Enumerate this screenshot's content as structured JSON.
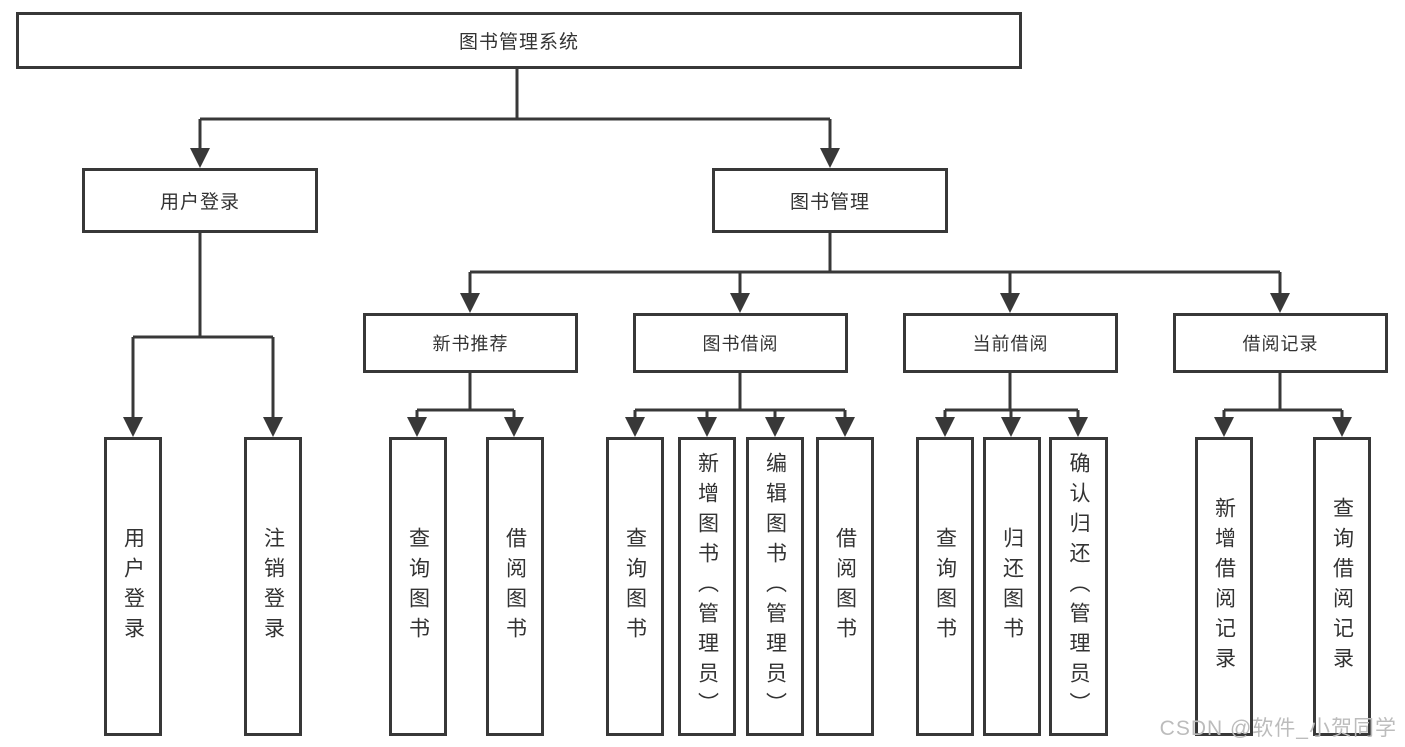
{
  "tree": {
    "root": {
      "label": "图书管理系统"
    },
    "branches": [
      {
        "label": "用户登录"
      },
      {
        "label": "图书管理"
      }
    ],
    "modules": [
      {
        "label": "新书推荐"
      },
      {
        "label": "图书借阅"
      },
      {
        "label": "当前借阅"
      },
      {
        "label": "借阅记录"
      }
    ],
    "leaves": [
      {
        "label": "用户登录",
        "parent": "用户登录"
      },
      {
        "label": "注销登录",
        "parent": "用户登录"
      },
      {
        "label": "查询图书",
        "parent": "新书推荐"
      },
      {
        "label": "借阅图书",
        "parent": "新书推荐"
      },
      {
        "label": "查询图书",
        "parent": "图书借阅"
      },
      {
        "label": "新增图书（管理员）",
        "parent": "图书借阅"
      },
      {
        "label": "编辑图书（管理员）",
        "parent": "图书借阅"
      },
      {
        "label": "借阅图书",
        "parent": "图书借阅"
      },
      {
        "label": "查询图书",
        "parent": "当前借阅"
      },
      {
        "label": "归还图书",
        "parent": "当前借阅"
      },
      {
        "label": "确认归还（管理员）",
        "parent": "当前借阅"
      },
      {
        "label": "新增借阅记录",
        "parent": "借阅记录"
      },
      {
        "label": "查询借阅记录",
        "parent": "借阅记录"
      }
    ]
  },
  "watermark": {
    "text": "CSDN @软件_小贺同学"
  },
  "colors": {
    "line": "#383838",
    "text": "#333333",
    "watermark": "#bcbcbc",
    "background": "#ffffff"
  }
}
